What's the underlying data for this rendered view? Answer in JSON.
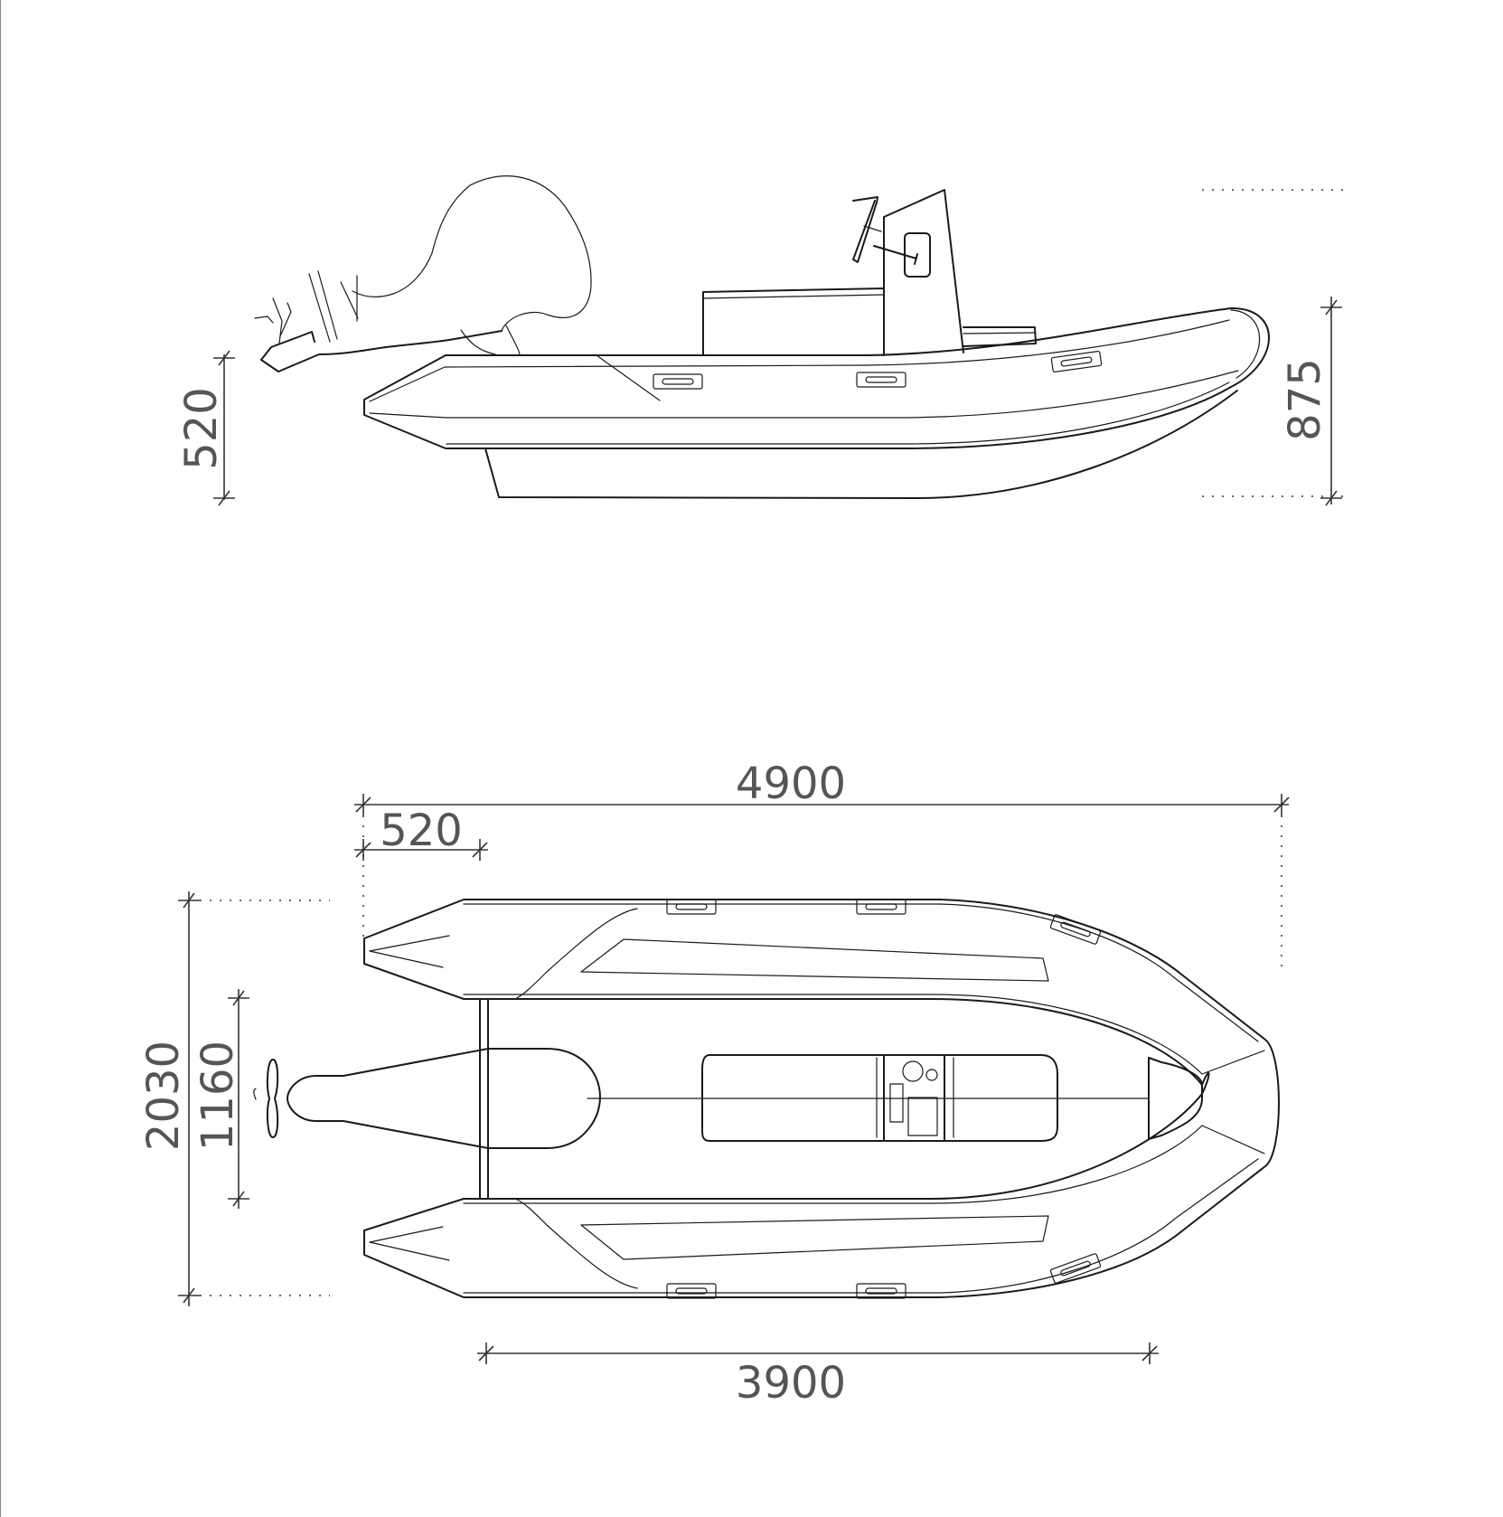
{
  "dimensions": {
    "side_view": {
      "transom_height": "520",
      "overall_height": "875"
    },
    "top_view": {
      "overall_length": "4900",
      "tube_cone_length": "520",
      "overall_width": "2030",
      "inner_width": "1160",
      "inner_length": "3900"
    }
  },
  "colors": {
    "line": "#1a1a1a",
    "dimension_text": "#555555",
    "background": "#ffffff"
  }
}
